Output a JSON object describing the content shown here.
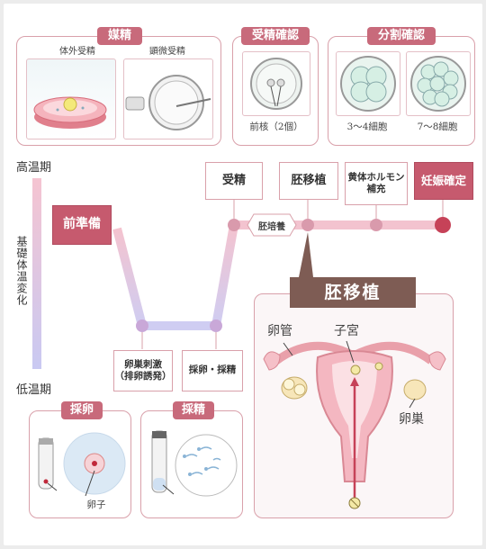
{
  "panels": {
    "insemination": {
      "title": "媒精",
      "left_label": "体外受精",
      "right_label": "顕微受精"
    },
    "fertilization_check": {
      "title": "受精確認",
      "caption": "前核（2個）"
    },
    "cleavage_check": {
      "title": "分割確認",
      "left_caption": "3〜4細胞",
      "right_caption": "7〜8細胞"
    },
    "egg_retrieval": {
      "title": "採卵",
      "caption": "卵子"
    },
    "sperm_collection": {
      "title": "採精"
    },
    "embryo_transfer": {
      "title": "胚移植",
      "label_tube": "卵管",
      "label_uterus": "子宮",
      "label_ovary": "卵巣"
    }
  },
  "axis": {
    "high": "高温期",
    "low": "低温期",
    "vertical": "基礎体温変化"
  },
  "steps": {
    "prep": "前準備",
    "ovarian_stim": "卵巣刺激\n（排卵誘発）",
    "retrieval": "採卵・採精",
    "fertilization": "受精",
    "culture": "胚培養",
    "transfer": "胚移植",
    "luteal": "黄体ホルモン\n補充",
    "pregnancy": "妊娠確定"
  },
  "colors": {
    "accent": "#c65a6e",
    "tab": "#c86a7b",
    "border": "#d9a0aa",
    "line_pink": "#f3c3cf",
    "line_lavender": "#cfcdf2",
    "title_brown": "#7e5c54"
  }
}
